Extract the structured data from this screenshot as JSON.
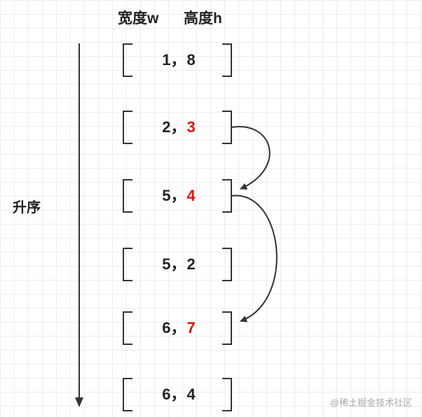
{
  "headers": {
    "width": "宽度w",
    "height": "高度h"
  },
  "order_label": "升序",
  "separator": "，",
  "pairs": [
    {
      "w": "1",
      "h": "8",
      "highlight": false
    },
    {
      "w": "2",
      "h": "3",
      "highlight": true
    },
    {
      "w": "5",
      "h": "4",
      "highlight": true
    },
    {
      "w": "5",
      "h": "2",
      "highlight": false
    },
    {
      "w": "6",
      "h": "7",
      "highlight": true
    },
    {
      "w": "6",
      "h": "4",
      "highlight": false
    }
  ],
  "arrows": [
    {
      "from": 1,
      "to": 2
    },
    {
      "from": 2,
      "to": 4
    }
  ],
  "colors": {
    "text": "#222222",
    "highlight": "#e0120f",
    "line": "#333333"
  },
  "watermark": "@稀土掘金技术社区"
}
